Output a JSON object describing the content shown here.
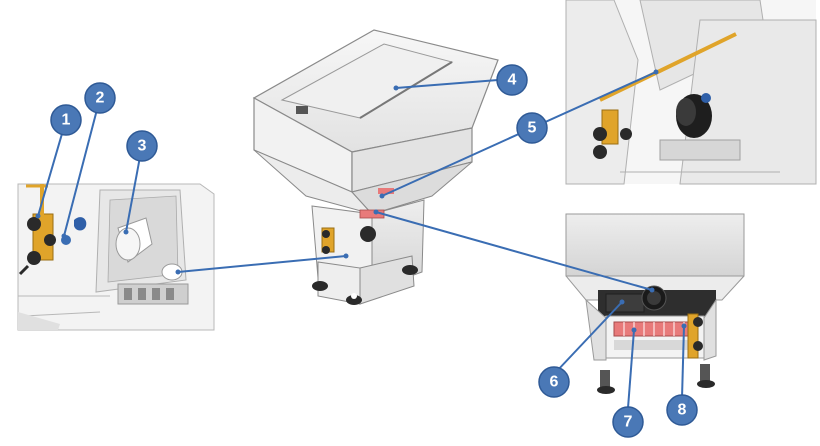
{
  "callouts": [
    {
      "id": 1,
      "label": "1"
    },
    {
      "id": 2,
      "label": "2"
    },
    {
      "id": 3,
      "label": "3"
    },
    {
      "id": 4,
      "label": "4"
    },
    {
      "id": 5,
      "label": "5"
    },
    {
      "id": 6,
      "label": "6"
    },
    {
      "id": 7,
      "label": "7"
    },
    {
      "id": 8,
      "label": "8"
    }
  ],
  "colors": {
    "callout": "#4a78b6",
    "leader": "#3a6db3",
    "metal": "#e9e9e9",
    "edge": "#8a8a8a",
    "brass": "#e0a42a",
    "knob": "#2a2a2a",
    "roller": "#e87a7a"
  }
}
